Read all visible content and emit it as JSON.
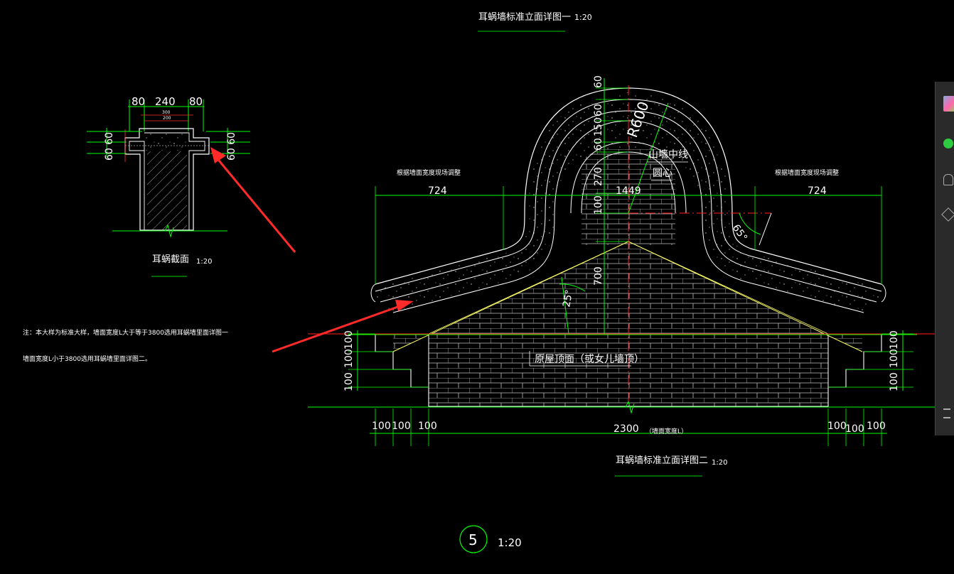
{
  "titles": {
    "elevation_one": "耳蜗墙标准立面详图一",
    "elevation_one_scale": "1:20",
    "section": "耳蜗截面",
    "section_scale": "1:20",
    "elevation_two": "耳蜗墙标准立面详图二",
    "elevation_two_scale": "1:20",
    "sheet_number": "5",
    "sheet_scale": "1:20"
  },
  "notes": {
    "line1": "注：本大样为标准大样，墙面宽度L大于等于3800选用耳蜗墙里面详图一",
    "line2": "墙面宽度L小于3800选用耳蜗墙里面详图二。"
  },
  "section_dims": {
    "top_left": "80",
    "top_mid": "240",
    "top_right": "80",
    "inner_a": "300",
    "inner_b": "200",
    "left_stack": "60 60",
    "right_stack": "60 60"
  },
  "elevation_labels": {
    "note_left": "根据墙面宽度现场调整",
    "note_right": "根据墙面宽度现场调整",
    "dim_left": "724",
    "dim_mid": "1449",
    "dim_right": "724",
    "centerline": "山墙中线",
    "circle_center": "圆心",
    "radius": "R600",
    "angle_25": "25°",
    "angle_65": "65°",
    "roof_note": "原屋顶面（或女儿墙顶）",
    "vert_60_top": "60",
    "vert_150": "150",
    "vert_60a": "60",
    "vert_60b": "60",
    "vert_270": "270",
    "vert_100": "100",
    "vert_700": "700",
    "left_100a": "100",
    "left_100b": "100",
    "left_100c": "100",
    "right_100a": "100",
    "right_100b": "100",
    "right_100c": "100",
    "bot_l1": "100",
    "bot_l2": "100",
    "bot_l3": "100",
    "bot_total": "2300",
    "bot_total_note": "（墙面宽度L）",
    "bot_r1": "100",
    "bot_r2": "100",
    "bot_r3": "100"
  },
  "colors": {
    "background": "#000000",
    "outline": "#ffffff",
    "dimension": "#00ff00",
    "hatch": "#ffffff",
    "slope": "#ffff66",
    "centerline": "#ff2020",
    "arrow": "#ff2a2a",
    "text": "#ffffff",
    "underline": "#00cc00"
  }
}
